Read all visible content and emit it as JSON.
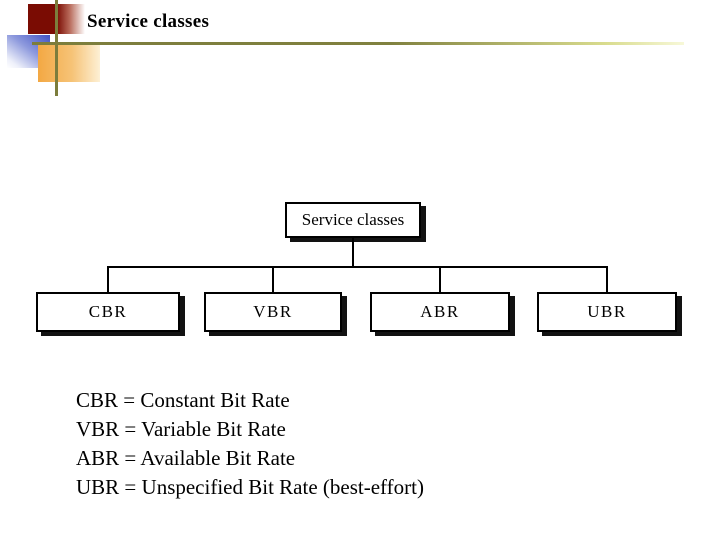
{
  "slide": {
    "title": "Service classes"
  },
  "diagram": {
    "root": {
      "label": "Service classes"
    },
    "children": [
      {
        "label": "CBR"
      },
      {
        "label": "VBR"
      },
      {
        "label": "ABR"
      },
      {
        "label": "UBR"
      }
    ]
  },
  "legend": {
    "lines": [
      "CBR = Constant Bit Rate",
      "VBR = Variable Bit Rate",
      "ABR = Available Bit Rate",
      "UBR = Unspecified Bit Rate (best-effort)"
    ]
  },
  "colors": {
    "background": "#ffffff",
    "text": "#000000",
    "box_border": "#000000",
    "box_fill": "#ffffff",
    "box_shadow": "#121212",
    "accent_maroon": "#7a0c03",
    "accent_blue": "#4052c4",
    "accent_orange": "#f3a843",
    "accent_olive": "#7c7d3c"
  }
}
